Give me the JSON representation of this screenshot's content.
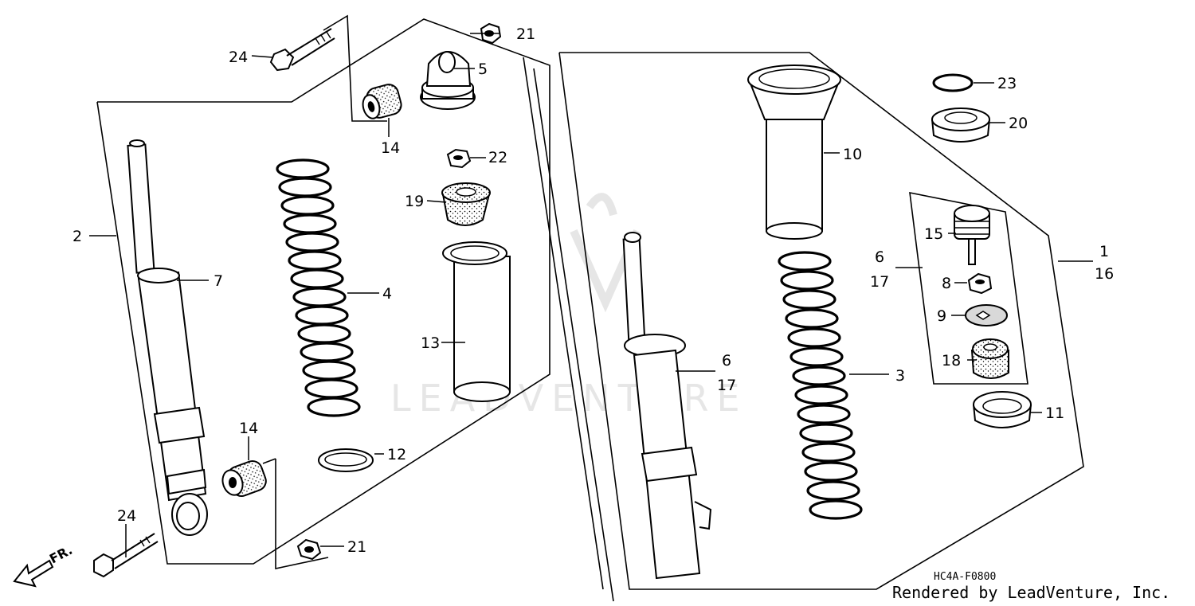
{
  "watermark": "LEADVENTURE",
  "direction_label": "FR.",
  "diagram_code": "HC4A-F0800",
  "credit": "Rendered by LeadVenture, Inc.",
  "callouts": {
    "c1": "1",
    "c16": "16",
    "c2": "2",
    "c3": "3",
    "c4": "4",
    "c5": "5",
    "c6a": "6",
    "c17a": "17",
    "c6b": "6",
    "c17b": "17",
    "c7": "7",
    "c8": "8",
    "c9": "9",
    "c10": "10",
    "c11": "11",
    "c12": "12",
    "c13": "13",
    "c14a": "14",
    "c14b": "14",
    "c15": "15",
    "c18": "18",
    "c19": "19",
    "c20": "20",
    "c21a": "21",
    "c21b": "21",
    "c22": "22",
    "c23": "23",
    "c24a": "24",
    "c24b": "24"
  }
}
